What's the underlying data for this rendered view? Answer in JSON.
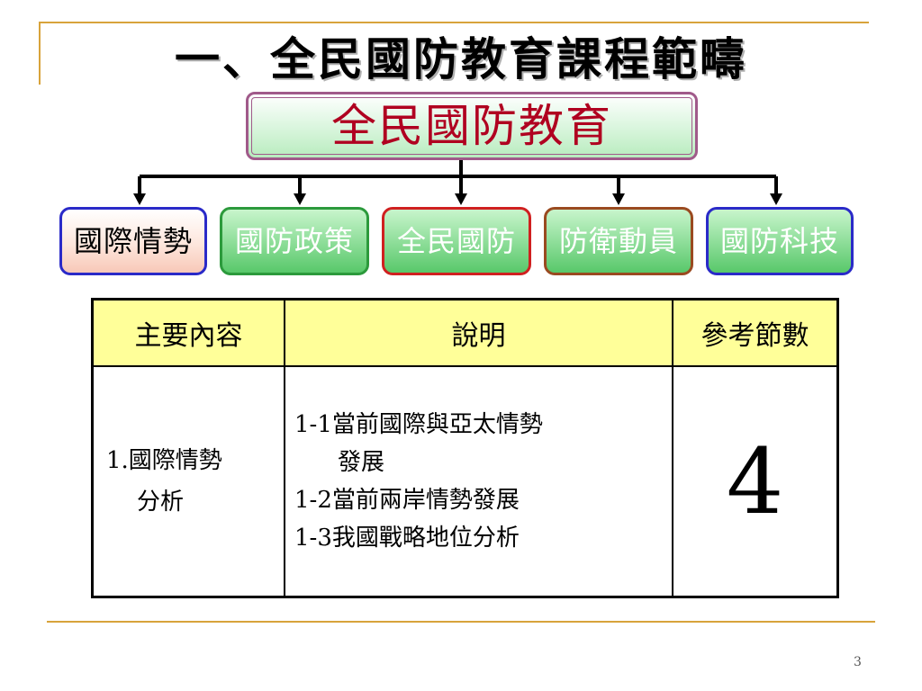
{
  "slide": {
    "title": "一、全民國防教育課程範疇",
    "page_number": "3"
  },
  "diagram": {
    "root": "全民國防教育",
    "children": [
      "國際情勢",
      "國防政策",
      "全民國防",
      "防衛動員",
      "國防科技"
    ]
  },
  "table": {
    "headers": [
      "主要內容",
      "說明",
      "參考節數"
    ],
    "row": {
      "content_line1": "1.國際情勢",
      "content_line2": "分析",
      "desc_lines": [
        "1-1當前國際與亞太情勢",
        "發展",
        "1-2當前兩岸情勢發展",
        "1-3我國戰略地位分析"
      ],
      "sessions": "4"
    }
  },
  "colors": {
    "accent_line": "#d8a33b",
    "root_text": "#b00020",
    "header_fill": "#ffff99",
    "box_green": "#58c86a"
  }
}
